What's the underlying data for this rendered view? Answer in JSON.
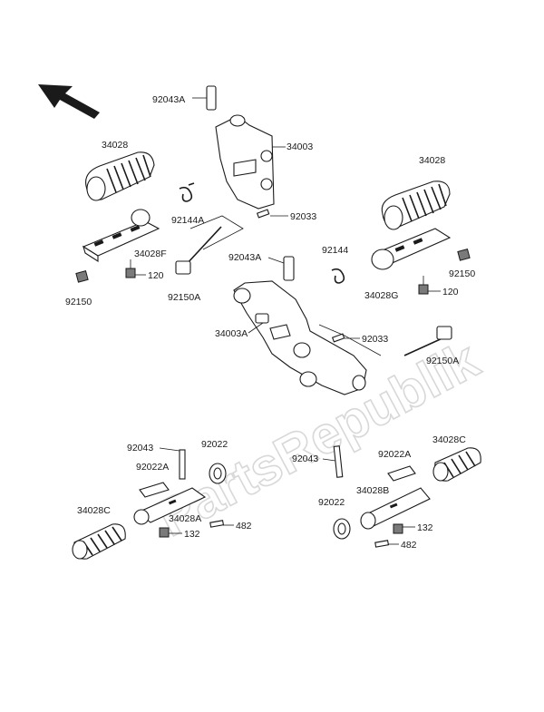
{
  "watermark": "PartsRepublik",
  "labels": {
    "l92043A_top": "92043A",
    "l34003_top": "34003",
    "l34028_left": "34028",
    "l92144A": "92144A",
    "l92033_top": "92033",
    "l34028F": "34028F",
    "l120_left": "120",
    "l92150_left": "92150",
    "l92150A_left": "92150A",
    "l34028_right": "34028",
    "l92043A_mid": "92043A",
    "l92144": "92144",
    "l92150_right": "92150",
    "l34028G": "34028G",
    "l120_right": "120",
    "l34003A": "34003A",
    "l92033_mid": "92033",
    "l92150A_right": "92150A",
    "l92043_left": "92043",
    "l92022_left": "92022",
    "l92022A_left": "92022A",
    "l34028A": "34028A",
    "l482_left": "482",
    "l34028C_left": "34028C",
    "l132_left": "132",
    "l92043_right": "92043",
    "l92022A_right": "92022A",
    "l34028C_right": "34028C",
    "l34028B": "34028B",
    "l92022_right": "92022",
    "l132_right": "132",
    "l482_right": "482"
  }
}
